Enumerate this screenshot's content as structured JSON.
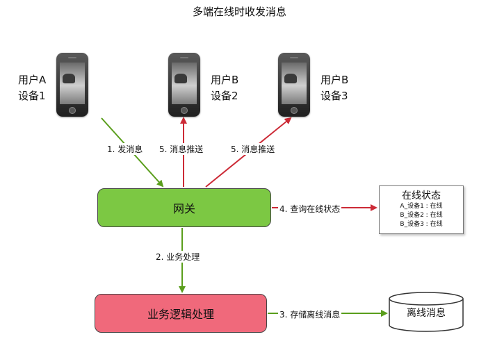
{
  "title": "多端在线时收发消息",
  "devices": [
    {
      "user": "用户A",
      "device": "设备1"
    },
    {
      "user": "用户B",
      "device": "设备2"
    },
    {
      "user": "用户B",
      "device": "设备3"
    }
  ],
  "edges": {
    "send": "1. 发消息",
    "push1": "5. 消息推送",
    "push2": "5. 消息推送",
    "process": "2. 业务处理",
    "query": "4. 查询在线状态",
    "store": "3. 存储离线消息"
  },
  "boxes": {
    "gateway": "网关",
    "logic": "业务逻辑处理",
    "offline_store": "离线消息"
  },
  "status_card": {
    "title": "在线状态",
    "rows": [
      "A_设备1 : 在线",
      "B_设备2 : 在线",
      "B_设备3 : 在线"
    ]
  },
  "colors": {
    "green_arrow": "#5a9e1c",
    "red_arrow": "#cc2a36",
    "gateway_fill": "#7cc843",
    "logic_fill": "#f0697b"
  }
}
